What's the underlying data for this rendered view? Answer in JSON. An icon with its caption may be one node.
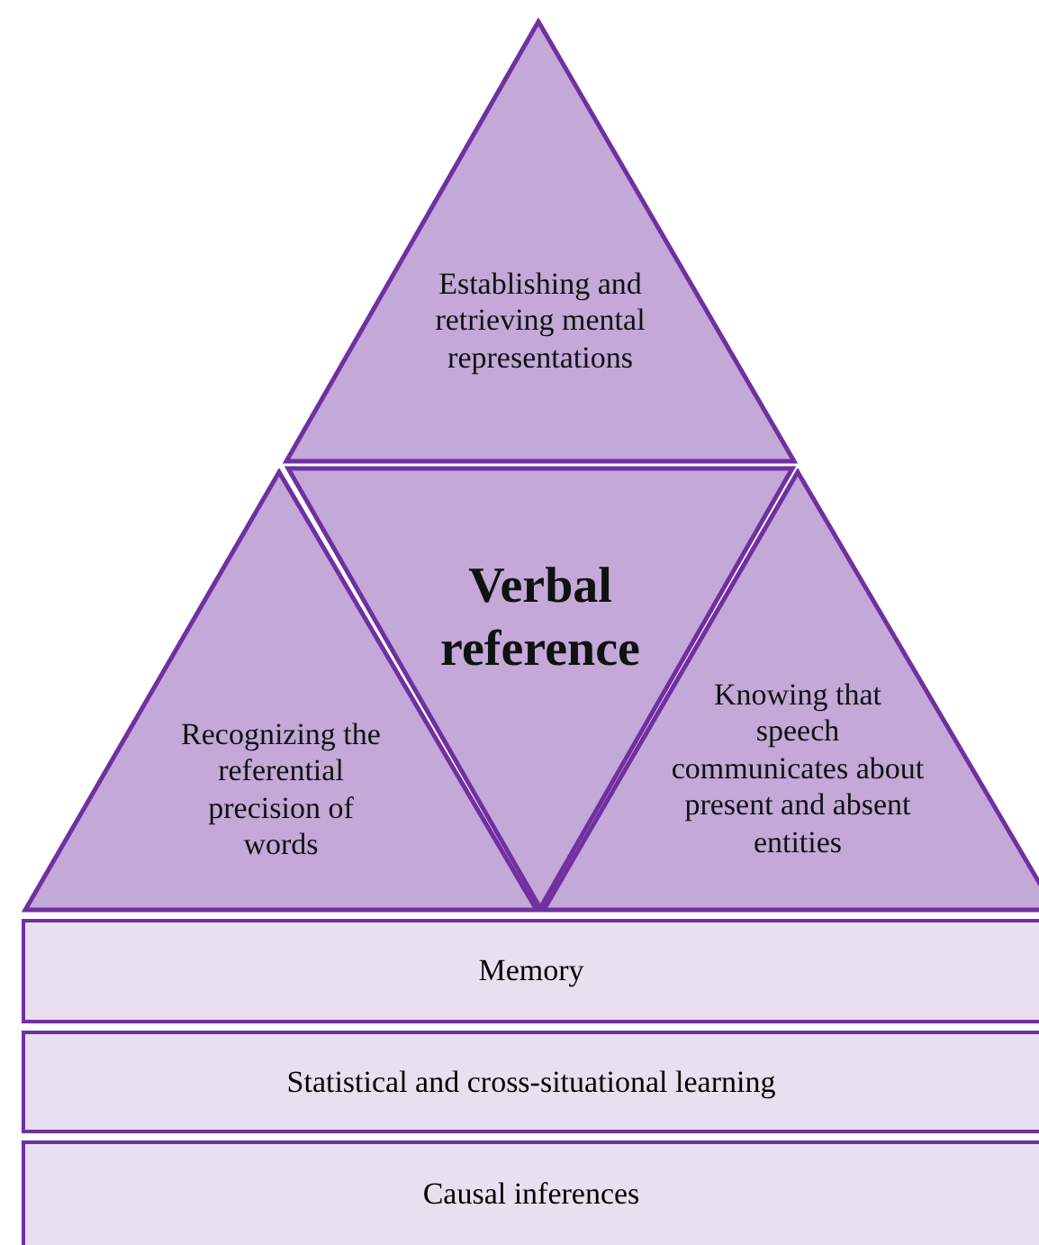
{
  "diagram": {
    "nodes": [
      {
        "text": [
          "Establishing and retrieving mental representations"
        ]
      },
      {
        "text": [
          "Verbal reference"
        ]
      },
      {
        "text": [
          "Recognizing the referential precision of words"
        ]
      },
      {
        "text": [
          "Knowing that speech communicates about present and absent entities"
        ]
      },
      {
        "text": [
          "Memory"
        ]
      },
      {
        "text": [
          "Statistical and cross-situational learning"
        ]
      },
      {
        "text": [
          "Causal inferences"
        ]
      }
    ]
  }
}
